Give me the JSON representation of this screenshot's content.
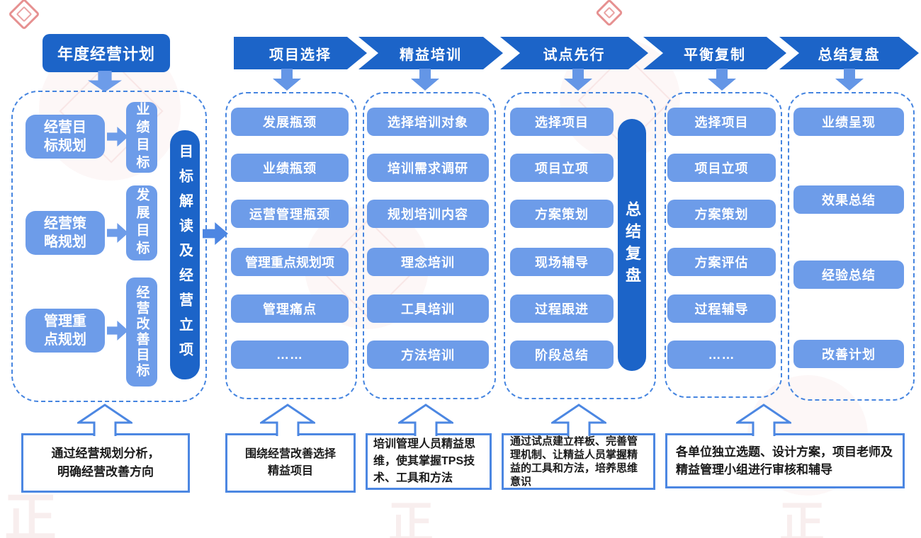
{
  "diagram": {
    "title": "年度经营计划",
    "stages": [
      "项目选择",
      "精益培训",
      "试点先行",
      "平衡复制",
      "总结复盘"
    ],
    "planning": {
      "rows": [
        {
          "source": "经营目\n标规划",
          "goal": "业绩目标"
        },
        {
          "source": "经营策\n略规划",
          "goal": "发展目标"
        },
        {
          "source": "管理重\n点规划",
          "goal": "经营改善目标"
        }
      ],
      "bar": "目标解读及经营立项"
    },
    "columns": [
      {
        "items": [
          "发展瓶颈",
          "业绩瓶颈",
          "运营管理瓶颈",
          "管理重点规划项",
          "管理痛点",
          "……"
        ]
      },
      {
        "items": [
          "选择培训对象",
          "培训需求调研",
          "规划培训内容",
          "理念培训",
          "工具培训",
          "方法培训"
        ]
      },
      {
        "items": [
          "选择项目",
          "项目立项",
          "方案策划",
          "现场辅导",
          "过程跟进",
          "阶段总结"
        ],
        "bar": "总结复盘"
      },
      {
        "items": [
          "选择项目",
          "项目立项",
          "方案策划",
          "方案评估",
          "过程辅导",
          "……"
        ]
      },
      {
        "items": [
          "业绩呈现",
          "效果总结",
          "经验总结",
          "改善计划"
        ]
      }
    ],
    "notes": [
      "通过经营规划分析，\n明确经营改善方向",
      "围绕经营改善选择\n精益项目",
      "培训管理人员精益思维，使其掌握TPS技术、工具和方法",
      "通过试点建立样板、完善管理机制、让精益人员掌握精益的工具和方法，培养思维意识",
      "各单位独立选题、设计方案，项目老师及精益管理小组进行审核和辅导"
    ],
    "colors": {
      "primary": "#1c64c8",
      "secondary": "#6d9ce9",
      "outline": "#4685e0"
    }
  }
}
